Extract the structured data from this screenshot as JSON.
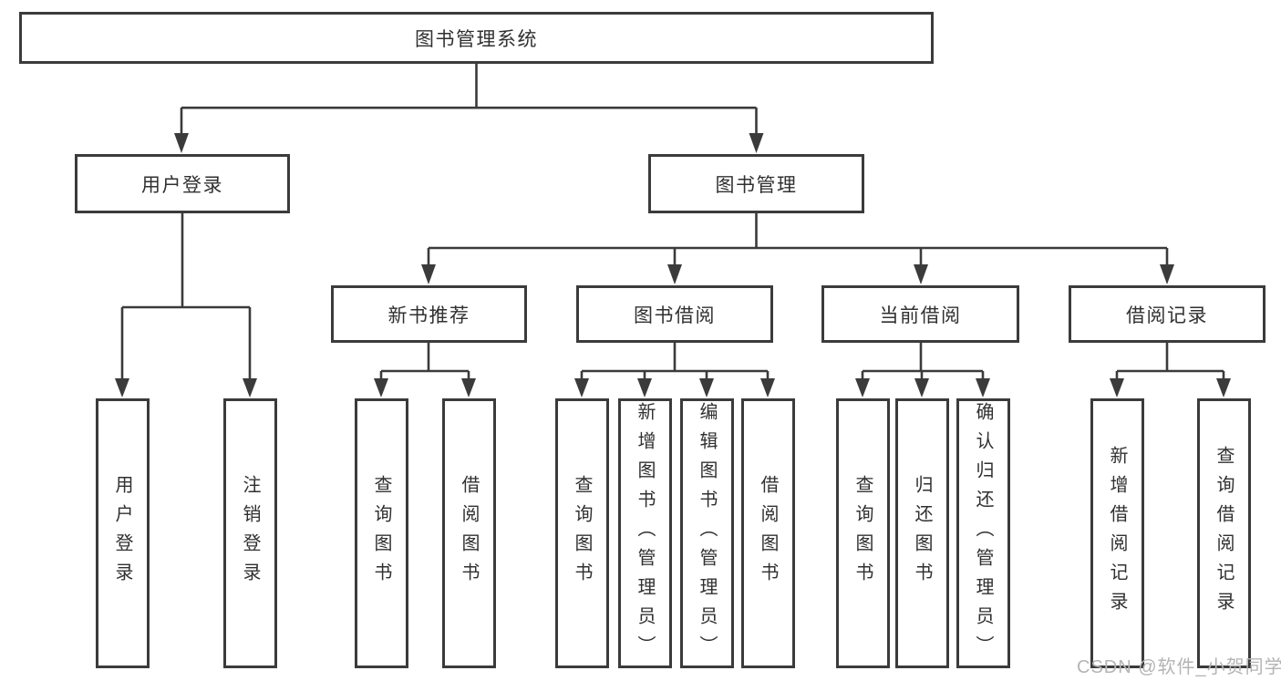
{
  "diagram": {
    "root": {
      "label": "图书管理系统"
    },
    "user_login": {
      "label": "用户登录",
      "children": [
        {
          "label": "用户登录"
        },
        {
          "label": "注销登录"
        }
      ]
    },
    "book_mgmt": {
      "label": "图书管理",
      "sections": [
        {
          "label": "新书推荐",
          "children": [
            {
              "label": "查询图书"
            },
            {
              "label": "借阅图书"
            }
          ]
        },
        {
          "label": "图书借阅",
          "children": [
            {
              "label": "查询图书"
            },
            {
              "label": "新增图书（管理员）"
            },
            {
              "label": "编辑图书（管理员）"
            },
            {
              "label": "借阅图书"
            }
          ]
        },
        {
          "label": "当前借阅",
          "children": [
            {
              "label": "查询图书"
            },
            {
              "label": "归还图书"
            },
            {
              "label": "确认归还（管理员）"
            }
          ]
        },
        {
          "label": "借阅记录",
          "children": [
            {
              "label": "新增借阅记录"
            },
            {
              "label": "查询借阅记录"
            }
          ]
        }
      ]
    },
    "watermark": "CSDN @软件_小贺同学",
    "colors": {
      "line": "#3b3b3b",
      "text": "#303030",
      "watermark": "#b4b4b4",
      "background": "#ffffff"
    }
  }
}
